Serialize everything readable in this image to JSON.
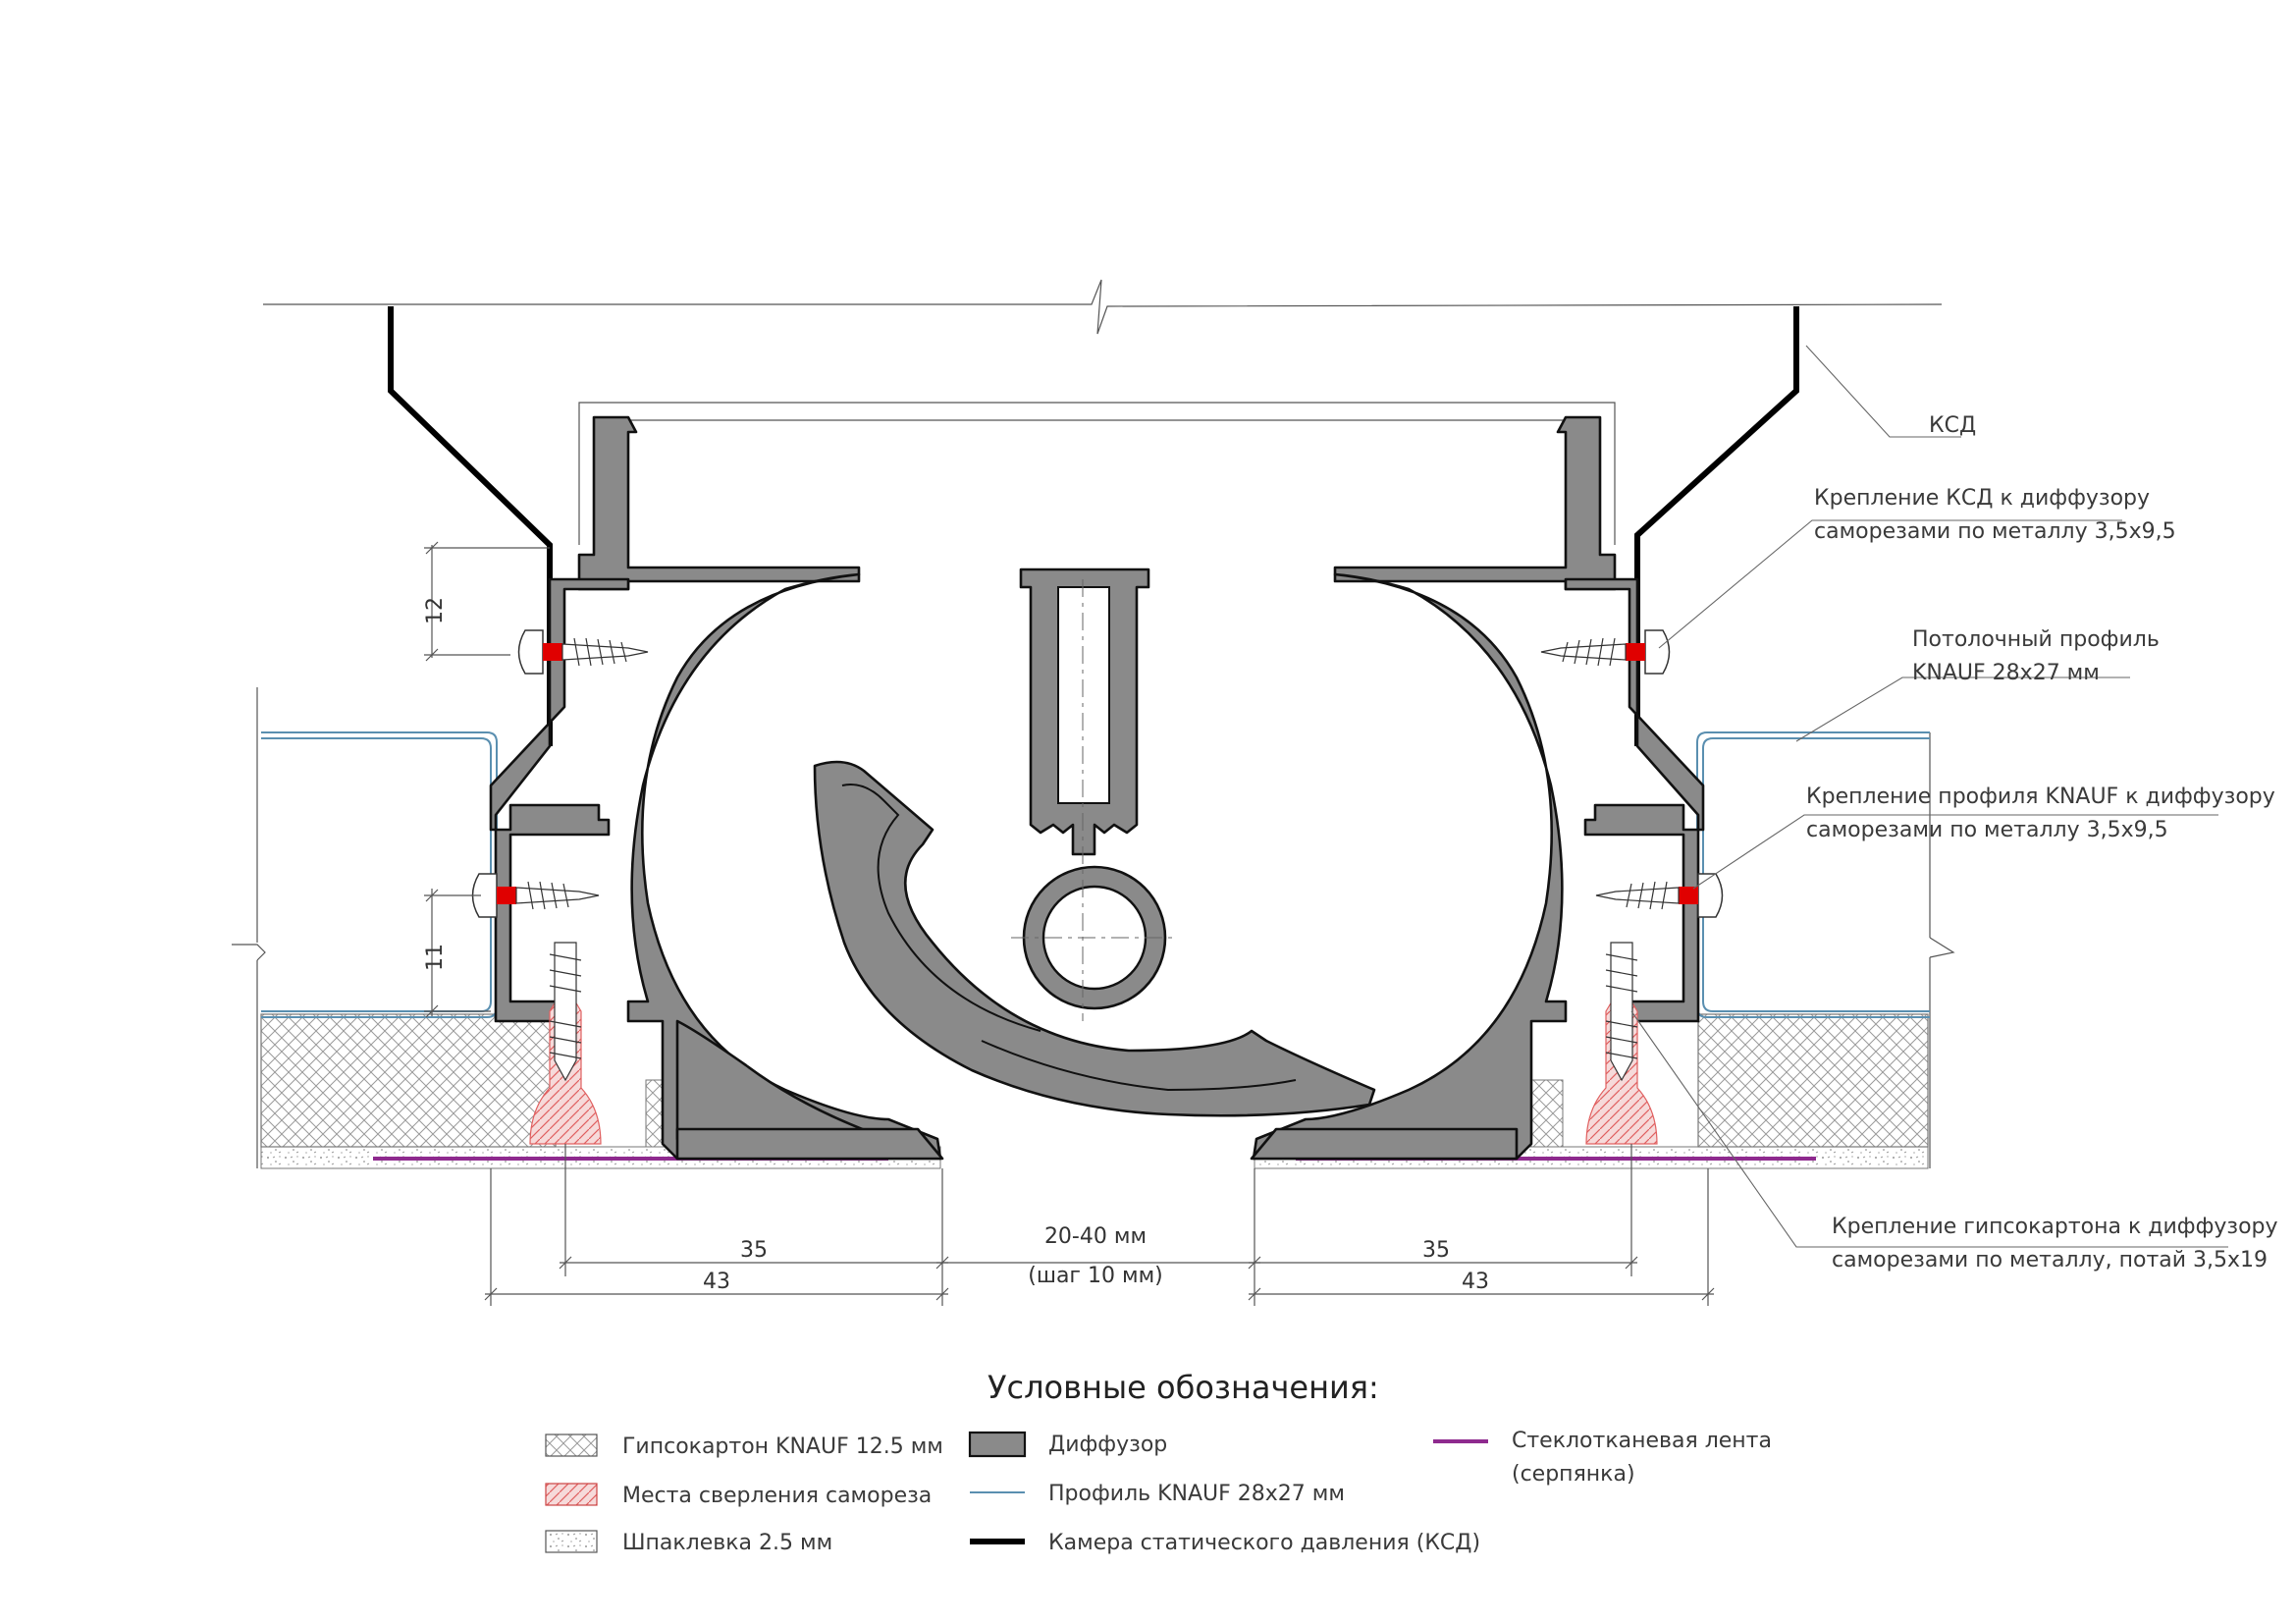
{
  "labels": {
    "ksd": "КСД",
    "ksd_fastening_1": "Крепление КСД к диффузору",
    "ksd_fastening_2": "саморезами по металлу 3,5х9,5",
    "ceiling_profile_1": "Потолочный профиль",
    "ceiling_profile_2": "KNAUF 28х27 мм",
    "profile_fastening_1": "Крепление профиля KNAUF к диффузору",
    "profile_fastening_2": "саморезами по металлу 3,5х9,5",
    "gkl_fastening_1": "Крепление гипсокартона к диффузору",
    "gkl_fastening_2": "саморезами по металлу, потай 3,5х19"
  },
  "dimensions": {
    "d12": "12",
    "d11": "11",
    "left_35": "35",
    "left_43": "43",
    "right_35": "35",
    "right_43": "43",
    "gap_1": "20-40 мм",
    "gap_2": "(шаг 10 мм)"
  },
  "legend": {
    "title": "Условные обозначения:",
    "items": [
      {
        "label": "Гипсокартон KNAUF 12.5 мм",
        "symbol": "gkl-hatch"
      },
      {
        "label": "Места сверления самореза",
        "symbol": "drill-hatch"
      },
      {
        "label": "Шпаклевка  2.5 мм",
        "symbol": "putty-hatch"
      },
      {
        "label": "Диффузор",
        "symbol": "diffuser-fill"
      },
      {
        "label": "Профиль KNAUF 28х27 мм",
        "symbol": "knauf-line"
      },
      {
        "label": "Камера статического давления (КСД)",
        "symbol": "ksd-line"
      },
      {
        "label": "Стеклотканевая лента",
        "symbol": "serpyanka-line"
      },
      {
        "label": "(серпянка)",
        "symbol": "serpyanka-line"
      }
    ]
  },
  "colors": {
    "diffuser": "#8a8a8a",
    "ksd": "#000000",
    "knauf": "#5a8fb0",
    "serpyanka": "#8e2a8e",
    "drill": "#e06060",
    "screw_red": "#e00000"
  }
}
